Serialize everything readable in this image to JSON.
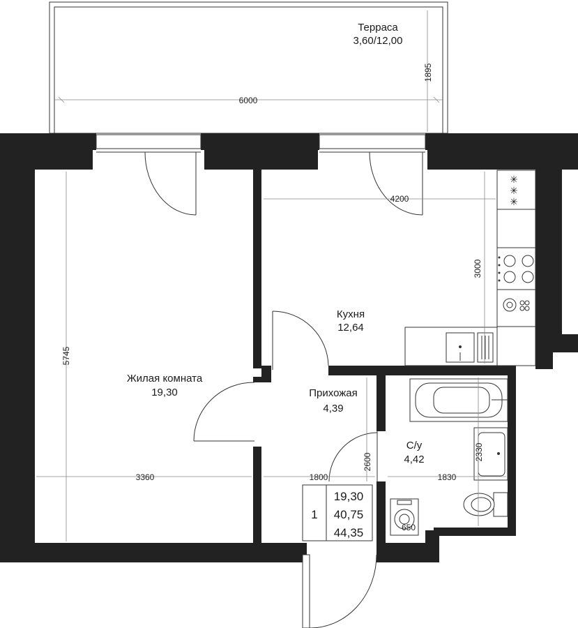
{
  "rooms": {
    "terrace": {
      "name": "Терраса",
      "area": "3,60/12,00"
    },
    "kitchen": {
      "name": "Кухня",
      "area": "12,64"
    },
    "living": {
      "name": "Жилая комната",
      "area": "19,30"
    },
    "hall": {
      "name": "Прихожая",
      "area": "4,39"
    },
    "bath": {
      "name": "С/у",
      "area": "4,42"
    }
  },
  "dimensions": {
    "terrace_width": "6000",
    "terrace_depth": "1895",
    "kitchen_width": "4200",
    "kitchen_depth": "3000",
    "living_height": "5745",
    "living_width": "3360",
    "hall_width": "1800",
    "hall_height": "2600",
    "bath_width": "1830",
    "bath_height": "2330",
    "washer": "650"
  },
  "summary": {
    "rooms_count": "1",
    "living_area": "19,30",
    "total_area": "40,75",
    "total_with_terrace": "44,35"
  }
}
